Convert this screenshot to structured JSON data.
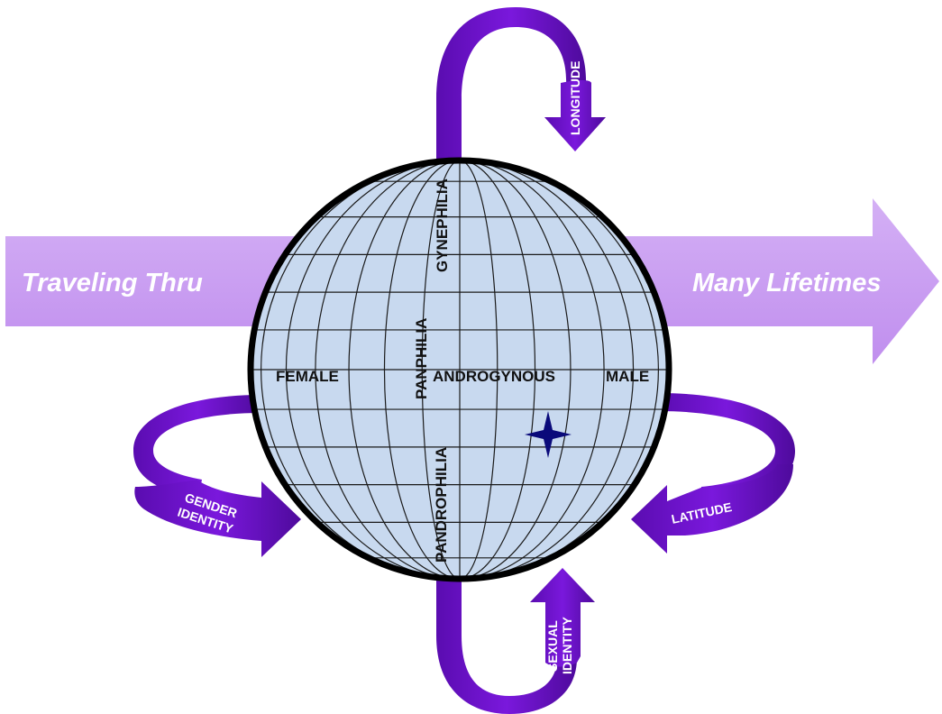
{
  "colors": {
    "background": "#ffffff",
    "band": "#c79cf0",
    "ring": "#6a0fc8",
    "ring_dark": "#4b0a98",
    "globe_fill": "#c8d9ef",
    "globe_outline": "#000000",
    "grid": "#1a1a1a",
    "star": "#0a0a7a"
  },
  "band": {
    "left_text": "Traveling Thru",
    "right_text": "Many Lifetimes"
  },
  "globe": {
    "labels": {
      "female": "FEMALE",
      "androgynous": "ANDROGYNOUS",
      "male": "MALE",
      "gynephilia": "GYNEPHILIA",
      "panphilia": "PANPHILIA",
      "pandrophilia": "PANDROPHILIA"
    },
    "marker": "star-icon"
  },
  "rings": {
    "longitude": "LONGITUDE",
    "latitude": "LATITUDE",
    "gender_identity": [
      "GENDER",
      "IDENTITY"
    ],
    "sexual_identity": [
      "SEXUAL",
      "IDENTITY"
    ]
  }
}
